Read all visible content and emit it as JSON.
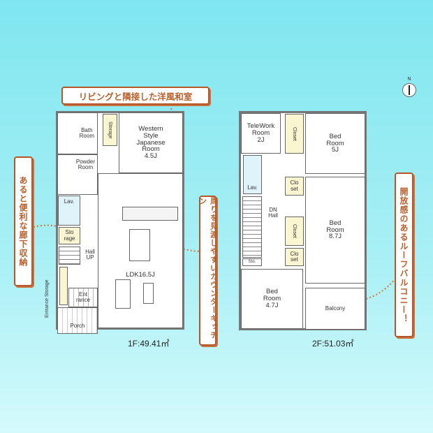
{
  "floor1": {
    "area_label": "1F:49.41㎡",
    "rooms": {
      "bath": "Bath\nRoom",
      "powder": "Powder\nRoom",
      "lav": "Lav.",
      "storage_small": "Sto\nrage",
      "hall": "Hall\nUP",
      "entrance": "Ent\nrance",
      "entrance_storage": "Entrance Storage",
      "porch": "Porch",
      "storage": "Storage",
      "western": "Western\nStyle\nJapanese\nRoom\n4.5J",
      "ldk": "LDK16.5J"
    }
  },
  "floor2": {
    "area_label": "2F:51.03㎡",
    "rooms": {
      "telework": "TeleWork\nRoom\n2J",
      "closet1": "Closet",
      "bed1": "Bed\nRoom\n5J",
      "lav": "Lav.",
      "closet2": "Clo\nset",
      "hall": "DN\nHall",
      "closet3": "Closet",
      "closet4": "Clo\nset",
      "sto": "Sto.",
      "bed2": "Bed\nRoom\n8.7J",
      "bed3": "Bed\nRoom\n4.7J",
      "balcony": "Balcony"
    }
  },
  "callouts": {
    "japanese_room": "リビングと隣接した洋風和室",
    "hall_storage": "あると便利な廊下収納",
    "kitchen": "周りを見渡しやすいカウンターキッチン",
    "roof_balcony": "開放感のあるルーフバルコニー！"
  },
  "compass": {
    "label": "N"
  },
  "colors": {
    "callout_border": "#b5562a",
    "callout_text": "#b8602c",
    "dot_line": "#d2743a",
    "closet": "#fbf6d2"
  }
}
